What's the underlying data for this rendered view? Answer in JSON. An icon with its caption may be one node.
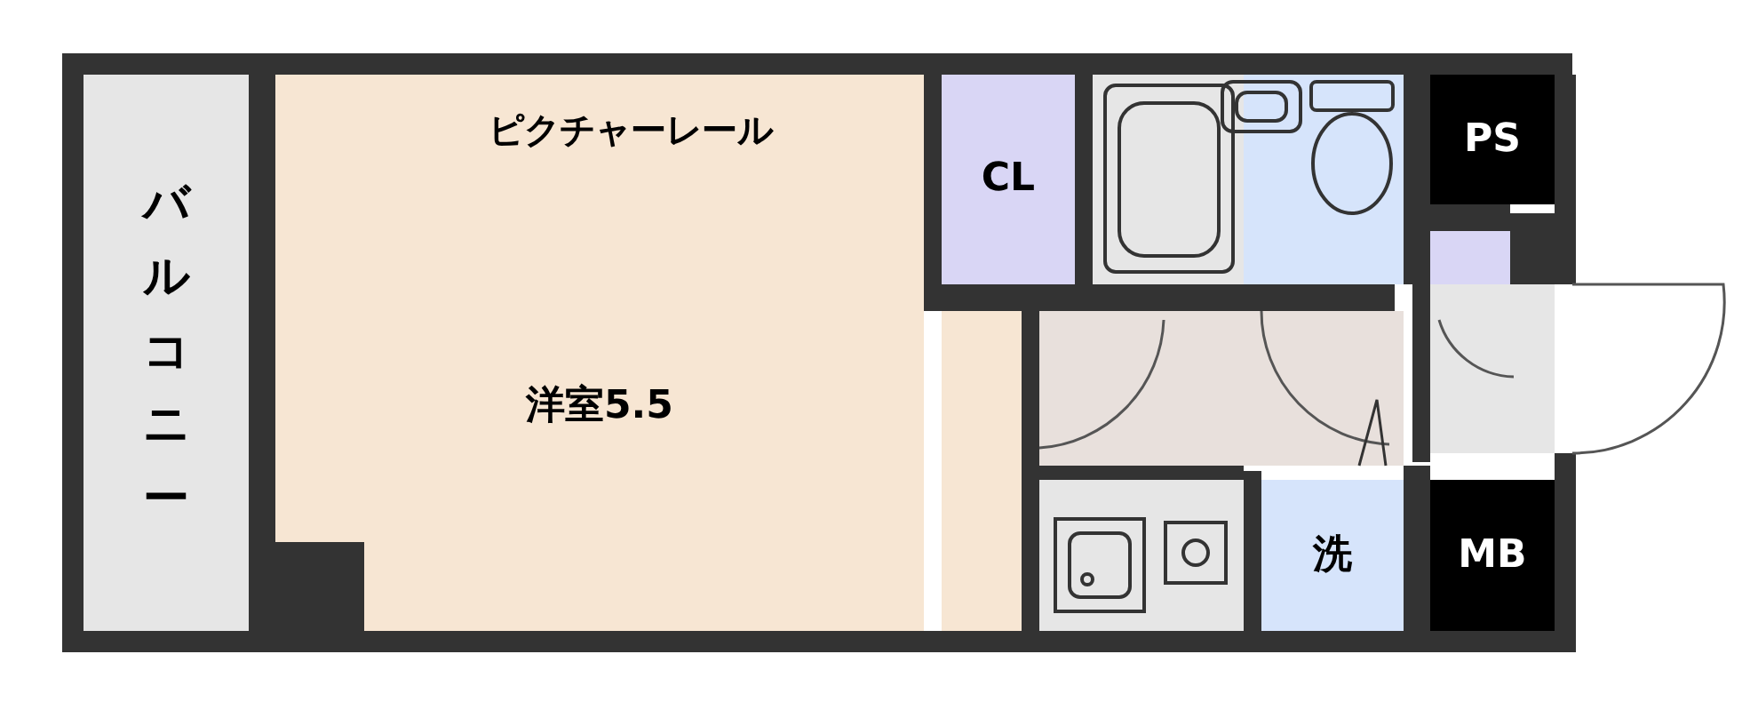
{
  "diagram": {
    "nodes": [
      {
        "text": [
          "バルコニー"
        ]
      },
      {
        "text": [
          "洋室5.5"
        ]
      },
      {
        "text": [
          "CL"
        ]
      },
      {
        "text": [
          "PS"
        ]
      },
      {
        "text": [
          "洗"
        ]
      },
      {
        "text": [
          "MB"
        ]
      }
    ],
    "labels": [
      "ピクチャーレール"
    ]
  }
}
